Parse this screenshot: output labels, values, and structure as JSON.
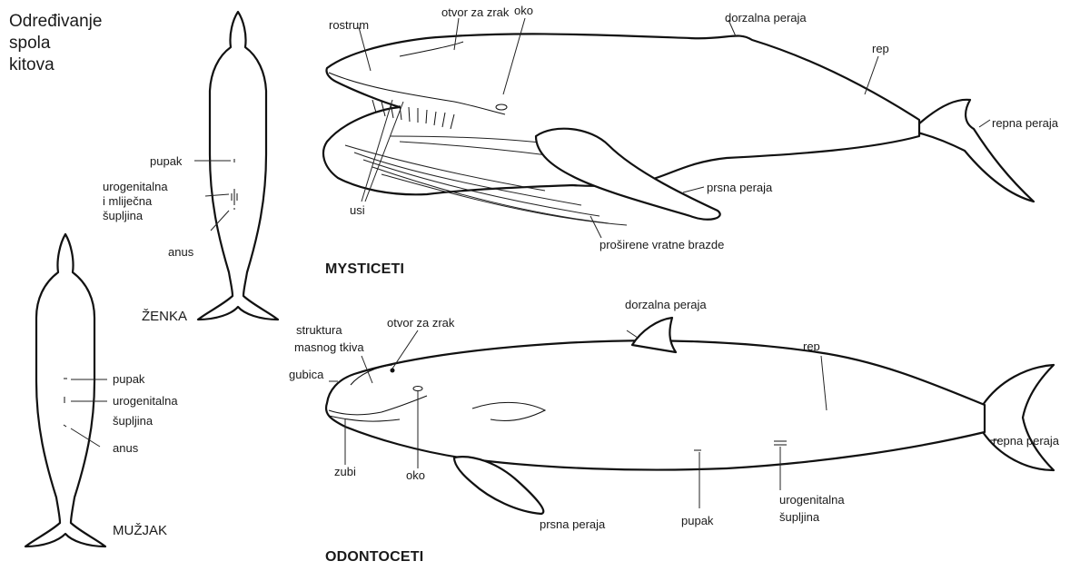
{
  "title": [
    "Određivanje",
    "spola",
    "kitova"
  ],
  "female": {
    "caption": "ŽENKA",
    "labels": {
      "pupak": "pupak",
      "urogenital_1": "urogenitalna",
      "urogenital_2": "i mliječna",
      "urogenital_3": "šupljina",
      "anus": "anus"
    }
  },
  "male": {
    "caption": "MUŽJAK",
    "labels": {
      "pupak": "pupak",
      "urogenital_1": "urogenitalna",
      "urogenital_2": "šupljina",
      "anus": "anus"
    }
  },
  "mysticeti": {
    "heading": "MYSTICETI",
    "labels": {
      "rostrum": "rostrum",
      "otvor": "otvor za zrak",
      "oko": "oko",
      "dorzalna": "dorzalna peraja",
      "rep": "rep",
      "repna": "repna peraja",
      "prsna": "prsna peraja",
      "usi": "usi",
      "brazde": "proširene vratne brazde"
    }
  },
  "odontoceti": {
    "heading": "ODONTOCETI",
    "labels": {
      "struktura_1": "struktura",
      "struktura_2": "masnog tkiva",
      "otvor": "otvor za zrak",
      "dorzalna": "dorzalna peraja",
      "gubica": "gubica",
      "rep": "rep",
      "repna": "repna peraja",
      "zubi": "zubi",
      "oko": "oko",
      "prsna": "prsna peraja",
      "pupak": "pupak",
      "urogenital_1": "urogenitalna",
      "urogenital_2": "šupljina"
    }
  }
}
